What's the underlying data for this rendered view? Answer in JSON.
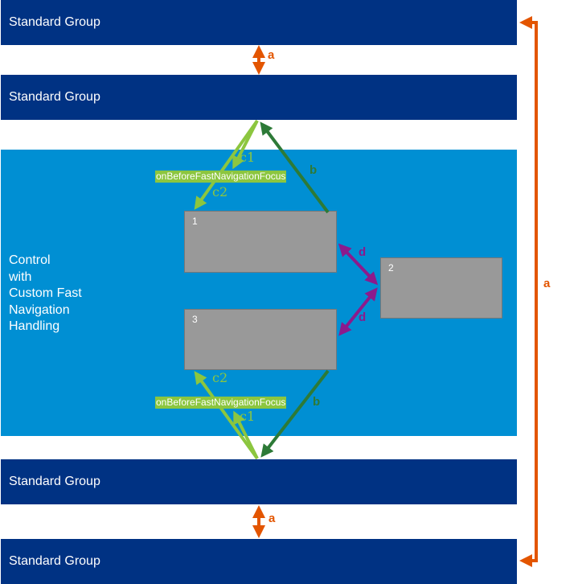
{
  "groups": [
    {
      "label": "Standard Group"
    },
    {
      "label": "Standard Group"
    },
    {
      "label": "Standard Group"
    },
    {
      "label": "Standard Group"
    }
  ],
  "control": {
    "label_lines": [
      "Control",
      "with",
      "Custom Fast",
      "Navigation",
      "Handling"
    ]
  },
  "items": [
    {
      "label": "1"
    },
    {
      "label": "2"
    },
    {
      "label": "3"
    }
  ],
  "events": {
    "top": "onBeforeFastNavigationFocus",
    "bottom": "onBeforeFastNavigationFocus"
  },
  "arrow_labels": {
    "a_top": "a",
    "a_bottom": "a",
    "a_right": "a",
    "b_top": "b",
    "b_bottom": "b",
    "c1_top": "c1",
    "c2_top": "c2",
    "c1_bottom": "c1",
    "c2_bottom": "c2",
    "d_top": "d",
    "d_bottom": "d"
  },
  "colors": {
    "group": "#003283",
    "control": "#008fd3",
    "item": "#999999",
    "arrow_a": "#e35500",
    "arrow_b": "#2d7a37",
    "arrow_c": "#8cc63f",
    "arrow_d": "#8c1a8c"
  }
}
